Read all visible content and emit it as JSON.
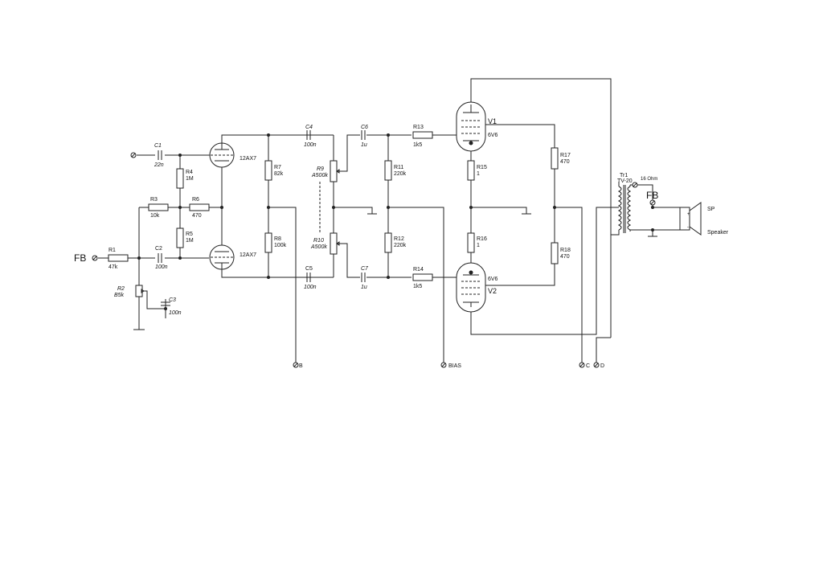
{
  "components": {
    "R1": {
      "ref": "R1",
      "value": "47k"
    },
    "R2": {
      "ref": "R2",
      "value": "B5k"
    },
    "R3": {
      "ref": "R3",
      "value": "10k"
    },
    "R4": {
      "ref": "R4",
      "value": "1M"
    },
    "R5": {
      "ref": "R5",
      "value": "1M"
    },
    "R6": {
      "ref": "R6",
      "value": "470"
    },
    "R7": {
      "ref": "R7",
      "value": "82k"
    },
    "R8": {
      "ref": "R8",
      "value": "100k"
    },
    "R9": {
      "ref": "R9",
      "value": "A500k"
    },
    "R10": {
      "ref": "R10",
      "value": "A500k"
    },
    "R11": {
      "ref": "R11",
      "value": "220k"
    },
    "R12": {
      "ref": "R12",
      "value": "220k"
    },
    "R13": {
      "ref": "R13",
      "value": "1k5"
    },
    "R14": {
      "ref": "R14",
      "value": "1k5"
    },
    "R15": {
      "ref": "R15",
      "value": "1"
    },
    "R16": {
      "ref": "R16",
      "value": "1"
    },
    "R17": {
      "ref": "R17",
      "value": "470"
    },
    "R18": {
      "ref": "R18",
      "value": "470"
    },
    "C1": {
      "ref": "C1",
      "value": "22n"
    },
    "C2": {
      "ref": "C2",
      "value": "100n"
    },
    "C3": {
      "ref": "C3",
      "value": "100n"
    },
    "C4": {
      "ref": "C4",
      "value": "100n"
    },
    "C5": {
      "ref": "C5",
      "value": "100n"
    },
    "C6": {
      "ref": "C6",
      "value": "1u"
    },
    "C7": {
      "ref": "C7",
      "value": "1u"
    },
    "V1": {
      "ref": "V1",
      "value": "6V6"
    },
    "V2": {
      "ref": "V2",
      "value": "6V6"
    },
    "U1": {
      "value": "12AX7"
    },
    "U2": {
      "value": "12AX7"
    },
    "Tr1": {
      "ref": "Tr1",
      "value": "TV-20",
      "secondary": "16 Ohm"
    },
    "SP": {
      "ref": "SP",
      "value": "Speaker",
      "plus": "+",
      "minus": "-"
    }
  },
  "terminals": {
    "fb_in": "FB",
    "fb_out": "FB",
    "b": "B",
    "bias": "BIAS",
    "c": "C",
    "d": "D"
  }
}
